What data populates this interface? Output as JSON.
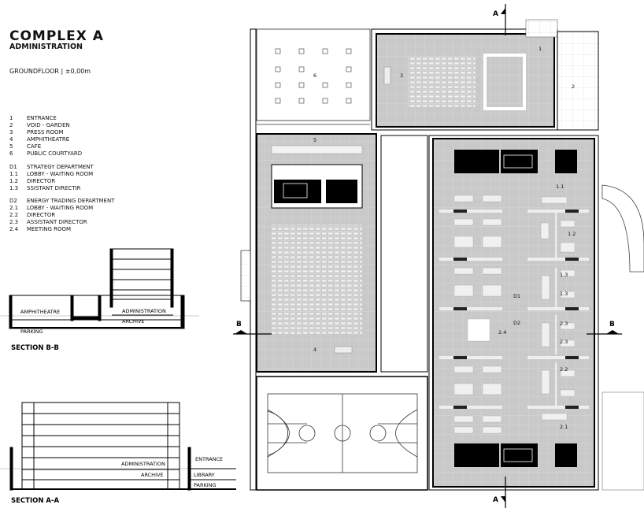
{
  "header": {
    "title": "COMPLEX A",
    "subtitle": "ADMINISTRATION",
    "level": "GROUNDFLOOR | ±0,00m"
  },
  "legend": {
    "general": [
      {
        "key": "1",
        "label": "ENTRANCE"
      },
      {
        "key": "2",
        "label": "VOID - GARDEN"
      },
      {
        "key": "3",
        "label": "PRESS ROOM"
      },
      {
        "key": "4",
        "label": "AMPHITHEATRE"
      },
      {
        "key": "5",
        "label": "CAFE"
      },
      {
        "key": "6",
        "label": "PUBLIC COURTYARD"
      }
    ],
    "d1": [
      {
        "key": "D1",
        "label": "STRATEGY DEPARTMENT"
      },
      {
        "key": "1.1",
        "label": "LOBBY - WAITING ROOM"
      },
      {
        "key": "1.2",
        "label": "DIRECTOR"
      },
      {
        "key": "1.3",
        "label": "SSISTANT DIRECTIR"
      }
    ],
    "d2": [
      {
        "key": "D2",
        "label": "ENERGY TRADING DEPARTMENT"
      },
      {
        "key": "2.1",
        "label": "LOBBY  - WAITING ROOM"
      },
      {
        "key": "2.2",
        "label": "DIRECTOR"
      },
      {
        "key": "2.3",
        "label": "ASSISTANT DIRECTOR"
      },
      {
        "key": "2.4",
        "label": "MEETING ROOM"
      }
    ]
  },
  "section_bb": {
    "title": "SECTION B-B",
    "labels": {
      "amphitheatre": "AMPHITHEATRE",
      "administration": "ADMINISTRATION",
      "archive": "ARCHIVE",
      "parking": "PARKING"
    }
  },
  "section_aa": {
    "title": "SECTION A-A",
    "labels": {
      "administration": "ADMINISTRATION",
      "archive": "ARCHIVE",
      "entrance": "ENTRANCE",
      "library": "LIBRARY",
      "parking": "PARKING"
    }
  },
  "plan": {
    "section_marks": {
      "a": "A",
      "b": "B"
    },
    "room_labels": {
      "entrance": "1",
      "void": "2",
      "press": "3",
      "amphitheatre": "4",
      "cafe": "5",
      "courtyard": "6",
      "d1": "D1",
      "d2": "D2",
      "r11": "1.1",
      "r12": "1.2",
      "r13a": "1.3",
      "r13b": "1.3",
      "r21": "2.1",
      "r22": "2.2",
      "r23a": "2.3",
      "r23b": "2.3",
      "r24": "2.4"
    }
  }
}
